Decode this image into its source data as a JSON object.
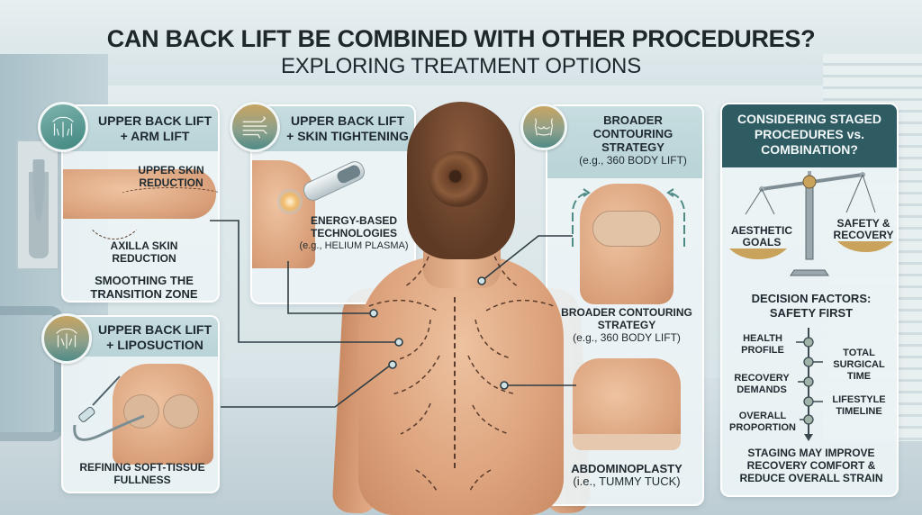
{
  "header": {
    "title": "CAN BACK LIFT BE COMBINED WITH OTHER PROCEDURES?",
    "subtitle": "EXPLORING TREATMENT OPTIONS"
  },
  "cards": {
    "arm_lift": {
      "icon": "upper-back-icon",
      "title_line1": "UPPER BACK LIFT",
      "title_line2": "+ ARM LIFT",
      "label_upper": [
        "UPPER SKIN",
        "REDUCTION"
      ],
      "label_axilla": [
        "AXILLA SKIN",
        "REDUCTION"
      ],
      "caption": [
        "SMOOTHING THE",
        "TRANSITION ZONE"
      ]
    },
    "skin_tightening": {
      "icon": "energy-waves-icon",
      "title_line1": "UPPER BACK LIFT",
      "title_line2": "+ SKIN TIGHTENING",
      "label": [
        "ENERGY-BASED",
        "TECHNOLOGIES"
      ],
      "example": "(e.g., HELIUM PLASMA)"
    },
    "liposuction": {
      "icon": "back-contour-icon",
      "title_line1": "UPPER BACK LIFT",
      "title_line2": "+ LIPOSUCTION",
      "caption": [
        "REFINING SOFT-TISSUE",
        "FULLNESS"
      ]
    },
    "contouring": {
      "icon": "torso-icon",
      "title_lines": [
        "BROADER",
        "CONTOURING",
        "STRATEGY"
      ],
      "title_example": "(e.g., 360 BODY LIFT)",
      "mid_caption": [
        "BROADER CONTOURING",
        "STRATEGY"
      ],
      "mid_example": "(e.g., 360 BODY LIFT)",
      "bottom_caption": "ABDOMINOPLASTY",
      "bottom_example": "(i.e., TUMMY TUCK)"
    }
  },
  "staging_panel": {
    "title_lines": [
      "CONSIDERING STAGED",
      "PROCEDURES vs.",
      "COMBINATION?"
    ],
    "scale_left": [
      "AESTHETIC",
      "GOALS"
    ],
    "scale_right": [
      "SAFETY &",
      "RECOVERY"
    ],
    "factors_title": [
      "DECISION FACTORS:",
      "SAFETY FIRST"
    ],
    "factors_left": [
      [
        "HEALTH",
        "PROFILE"
      ],
      [
        "RECOVERY",
        "DEMANDS"
      ],
      [
        "OVERALL",
        "PROPORTION"
      ]
    ],
    "factors_right": [
      [
        "TOTAL",
        "SURGICAL",
        "TIME"
      ],
      [
        "LIFESTYLE",
        "TIMELINE"
      ]
    ],
    "conclusion": [
      "STAGING MAY IMPROVE",
      "RECOVERY COMFORT &",
      "REDUCE OVERALL STRAIN"
    ]
  },
  "colors": {
    "panel_header": "#2f5b63",
    "card_header": "#bfd7db",
    "badge_teal": "#4f8a85",
    "badge_gold": "#c7a462",
    "scale_pan": "#c9a35c",
    "connector": "#2f3d44"
  }
}
